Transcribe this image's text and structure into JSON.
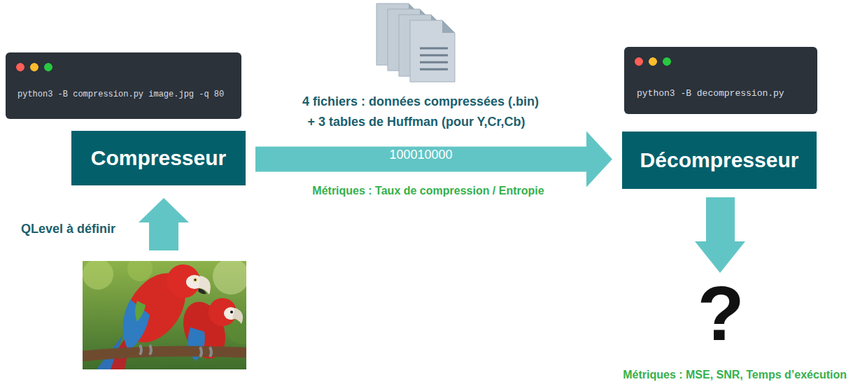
{
  "diagram": {
    "nodes": [
      {
        "text": [
          "python3 -B compression.py image.jpg -q 80"
        ]
      },
      {
        "text": [
          "Compresseur"
        ]
      },
      {
        "text": [
          "python3 -B decompression.py"
        ]
      },
      {
        "text": [
          "Décompresseur"
        ]
      }
    ],
    "edges": [
      {
        "from": 1,
        "to": 3,
        "arrow": "to",
        "label": "100010000"
      }
    ],
    "labels": [
      "4 fichiers : données compressées (.bin)",
      "+ 3 tables de Huffman (pour Y,Cr,Cb)",
      "Métriques : Taux de compression / Entropie",
      "QLevel à définir",
      "?",
      "Métriques : MSE, SNR, Temps d’exécution"
    ]
  }
}
